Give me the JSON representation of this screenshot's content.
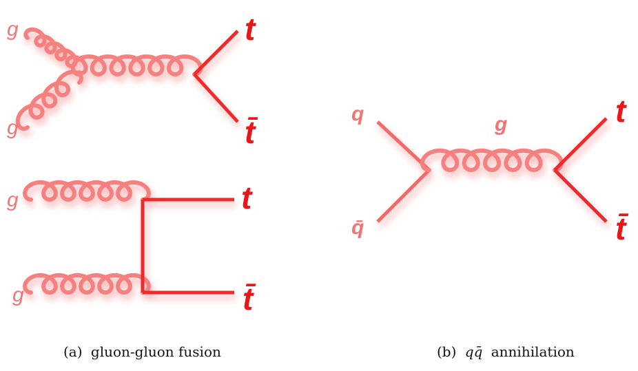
{
  "colors": {
    "quark_line": "#f26b6b",
    "top_line": "#ee2a2a",
    "gluon": "#f58080",
    "label_light": "#f07575",
    "label_top": "#e81818",
    "caption_text": "#111111"
  },
  "diagram_a": {
    "s_channel": {
      "in_label_1": "g",
      "in_label_2": "g",
      "out_top": "t",
      "out_antitop": "t̄"
    },
    "t_channel": {
      "in_label_1": "g",
      "in_label_2": "g",
      "out_top": "t",
      "out_antitop": "t̄"
    },
    "caption_tag": "(a)",
    "caption_text": "gluon-gluon fusion"
  },
  "diagram_b": {
    "in_quark": "q",
    "in_antiquark": "q̄",
    "propagator": "g",
    "out_top": "t",
    "out_antitop": "t̄",
    "caption_tag": "(b)",
    "caption_math": "qq̄",
    "caption_text": "annihilation"
  }
}
